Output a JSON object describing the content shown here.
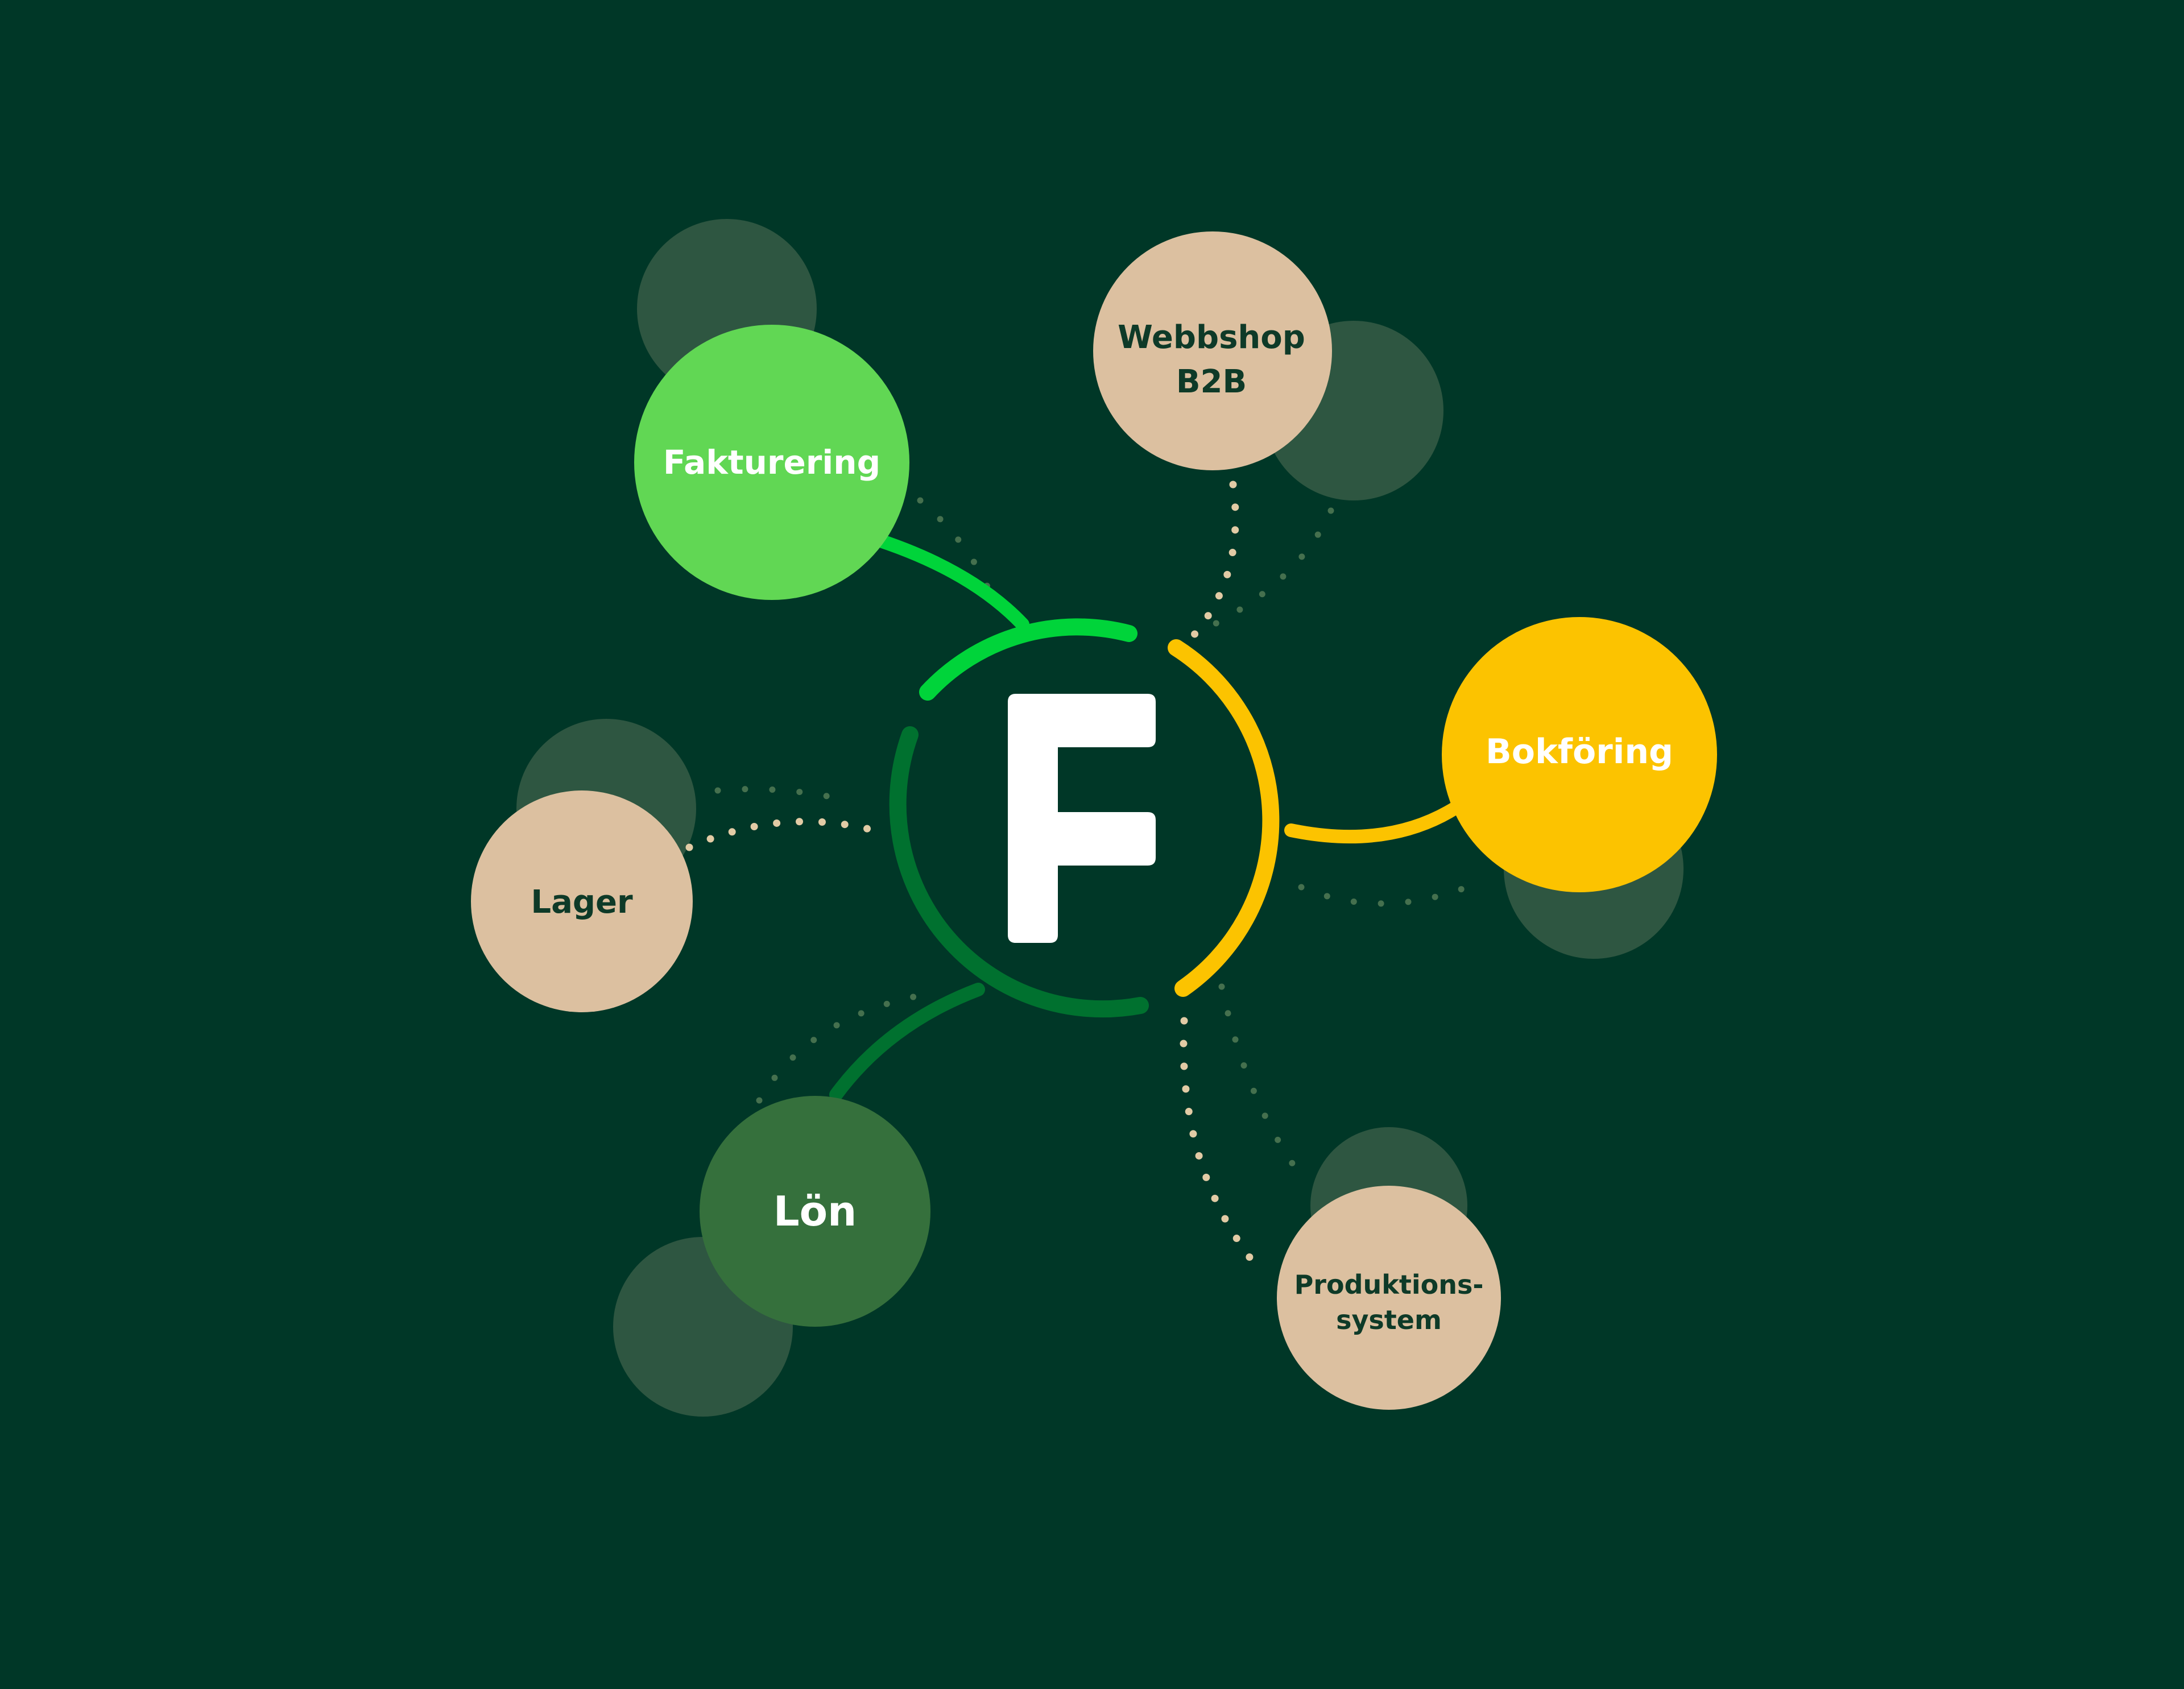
{
  "background_color": "#003727",
  "colors": {
    "shadow_circle": "#2e5641",
    "beige": "#dcc0a0",
    "dark_text": "#0e3a28",
    "white": "#ffffff",
    "bright_green": "#00d43a",
    "light_green": "#61d754",
    "yellow": "#fcc300",
    "mid_green": "#00712f",
    "lon_green": "#35703c",
    "dotted_beige": "#e2cba5",
    "dotted_faint": "#45704e"
  },
  "center": {
    "logo_letter": "F",
    "logo_icon": "f-logo-icon"
  },
  "nodes": {
    "fakturering": {
      "label": "Fakturering"
    },
    "webbshop": {
      "line1": "Webbshop",
      "line2": "B2B"
    },
    "bokforing": {
      "label": "Bokföring"
    },
    "lager": {
      "label": "Lager"
    },
    "lon": {
      "label": "Lön"
    },
    "produktion": {
      "line1": "Produktions-",
      "line2": "system"
    }
  }
}
